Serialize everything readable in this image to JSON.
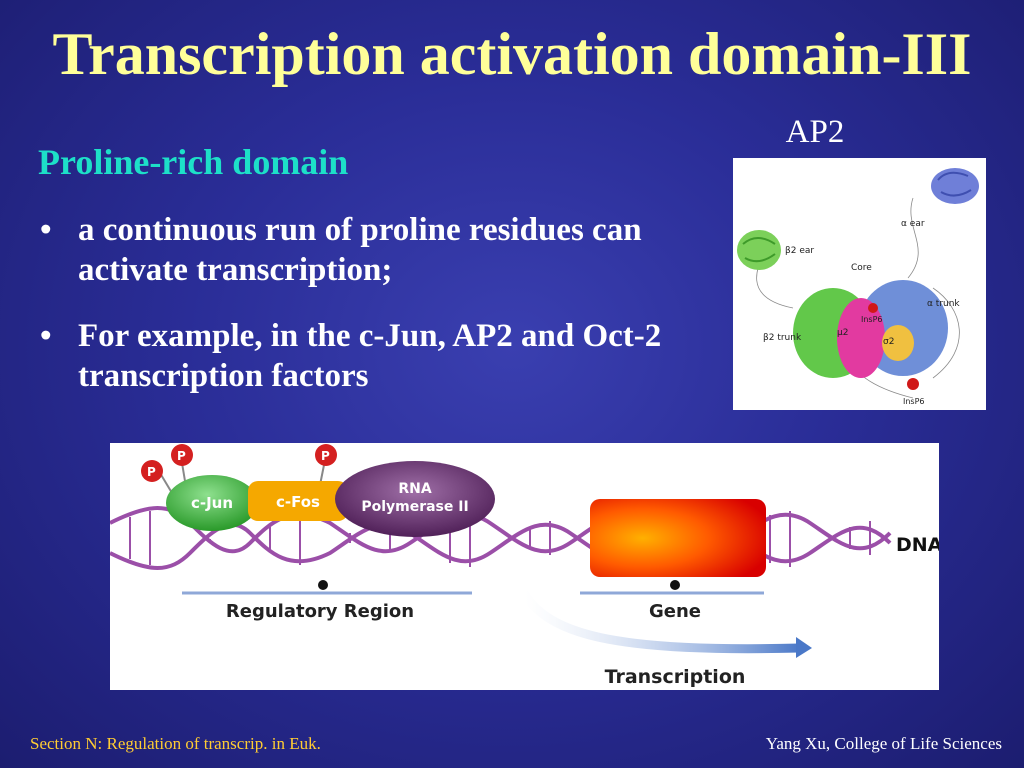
{
  "slide": {
    "title": "Transcription activation domain-III",
    "subheading": "Proline-rich domain",
    "bullets": [
      "a continuous run of proline residues can activate transcription;",
      "For example, in the c-Jun, AP2 and Oct-2 transcription factors"
    ],
    "bullet_glyph": "•"
  },
  "protein_figure": {
    "caption": "AP2",
    "labels": {
      "alpha_ear": "α ear",
      "beta2_ear": "β2 ear",
      "core": "Core",
      "alpha_trunk": "α trunk",
      "insp6_core": "InsP6",
      "mu2": "µ2",
      "sigma2": "σ2",
      "beta2_trunk": "β2 trunk",
      "insp6_bottom": "InsP6"
    }
  },
  "diagram": {
    "phospho_label": "P",
    "cjun_label": "c-Jun",
    "cfos_label": "c-Fos",
    "rnapol_line1": "RNA",
    "rnapol_line2": "Polymerase II",
    "dna_label": "DNA",
    "regulatory_label": "Regulatory Region",
    "gene_label": "Gene",
    "transcription_label": "Transcription"
  },
  "footer": {
    "left": "Section N: Regulation of transcrip. in Euk.",
    "right": "Yang Xu, College of Life Sciences"
  },
  "colors": {
    "title": "#ffff99",
    "subheading": "#1de0c8",
    "footer_left": "#ffcc33",
    "dna": "#9b4fa8",
    "cjun": "#3cae3c",
    "cfos": "#f5a800",
    "rnapol": "#5a2a5e",
    "gene": "#e8200a",
    "phospho": "#d42020"
  }
}
